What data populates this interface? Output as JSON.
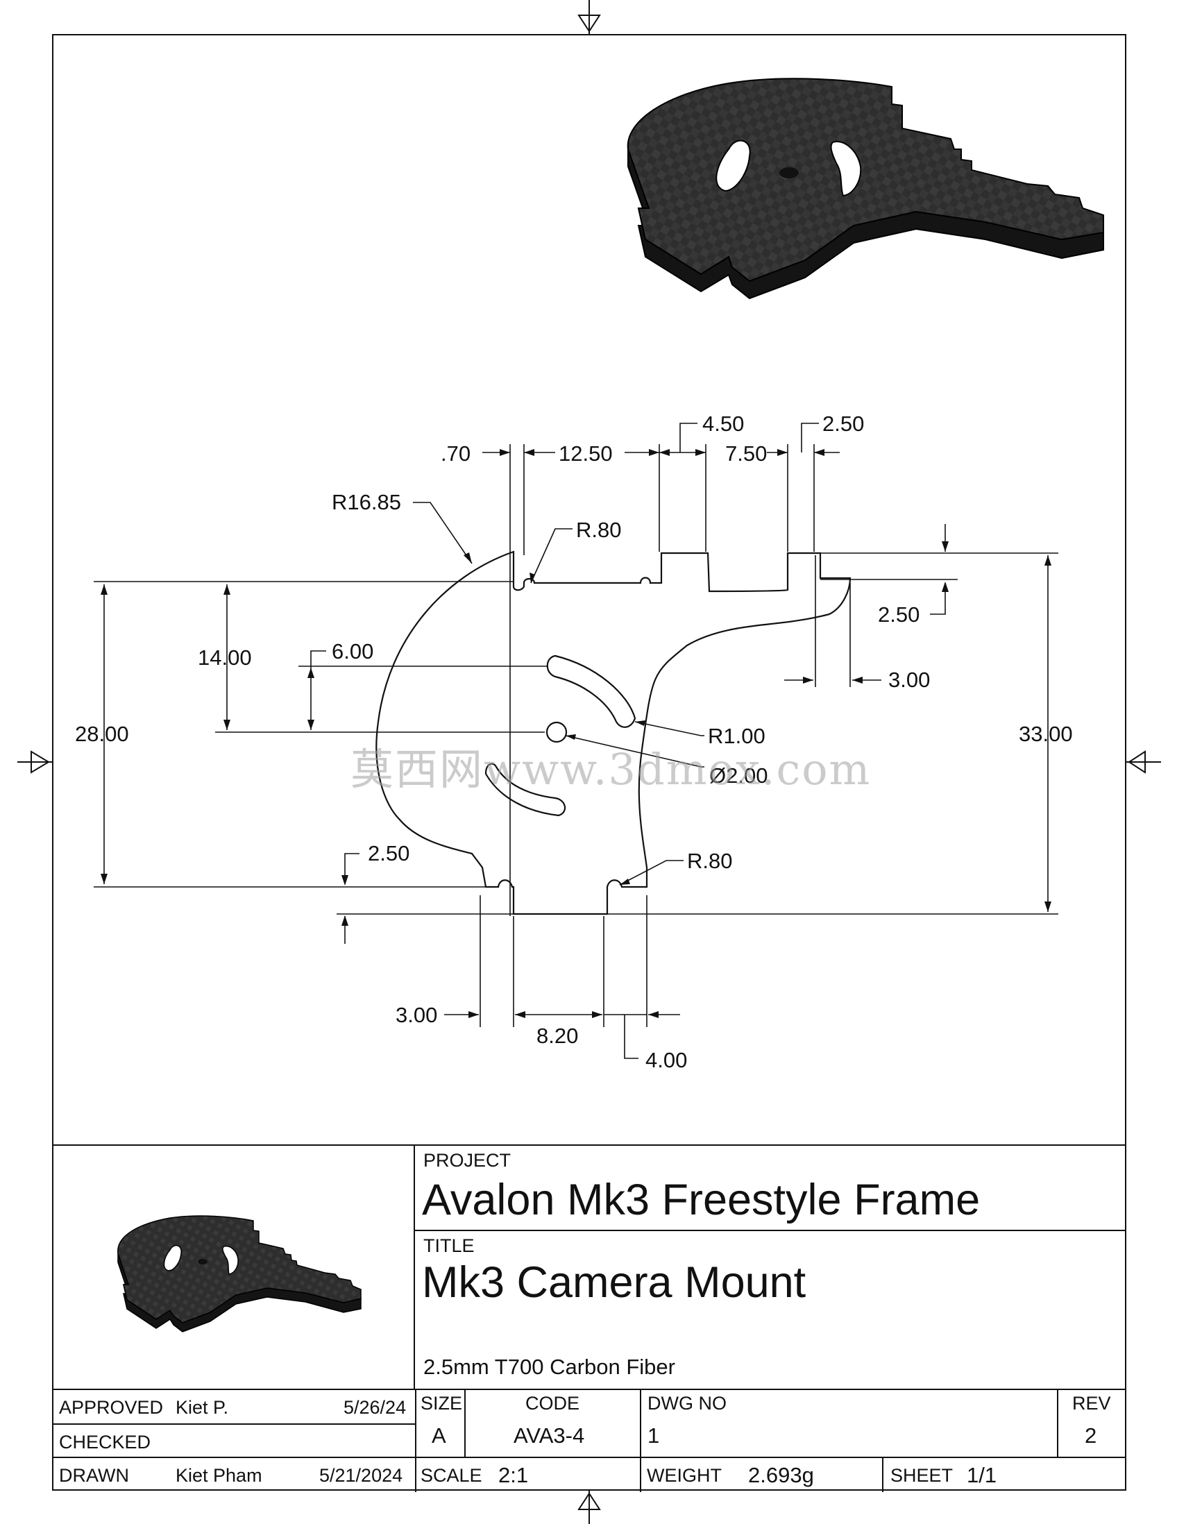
{
  "title_block": {
    "project_label": "PROJECT",
    "project_name": "Avalon Mk3 Freestyle Frame",
    "title_label": "TITLE",
    "title_name": "Mk3 Camera Mount",
    "material": "2.5mm T700 Carbon Fiber",
    "approved_label": "APPROVED",
    "approved_name": "Kiet P.",
    "approved_date": "5/26/24",
    "checked_label": "CHECKED",
    "drawn_label": "DRAWN",
    "drawn_name": "Kiet Pham",
    "drawn_date": "5/21/2024",
    "size_label": "SIZE",
    "size_value": "A",
    "code_label": "CODE",
    "code_value": "AVA3-4",
    "dwg_no_label": "DWG NO",
    "dwg_no_value": "1",
    "rev_label": "REV",
    "rev_value": "2",
    "scale_label": "SCALE",
    "scale_value": "2:1",
    "weight_label": "WEIGHT",
    "weight_value": "2.693g",
    "sheet_label": "SHEET",
    "sheet_value": "1/1"
  },
  "dimensions": {
    "d_070": ".70",
    "d_1250": "12.50",
    "d_450": "4.50",
    "d_750": "7.50",
    "d_250_top": "2.50",
    "r1685": "R16.85",
    "r080_top": "R.80",
    "d_1400": "14.00",
    "d_600": "6.00",
    "d_2800": "28.00",
    "d_250_right": "2.50",
    "d_300_right": "3.00",
    "d_3300": "33.00",
    "r100": "R1.00",
    "dia200": "Ø2.00",
    "d_250_left": "2.50",
    "r080_bottom": "R.80",
    "d_300_bottom": "3.00",
    "d_820": "8.20",
    "d_400": "4.00"
  },
  "watermark": "莫西网www.3dmox.com",
  "colors": {
    "ink": "#111111",
    "carbon_dark": "#2b2b2b",
    "carbon_mid": "#3a3a3a",
    "carbon_side": "#1a1a1a"
  }
}
